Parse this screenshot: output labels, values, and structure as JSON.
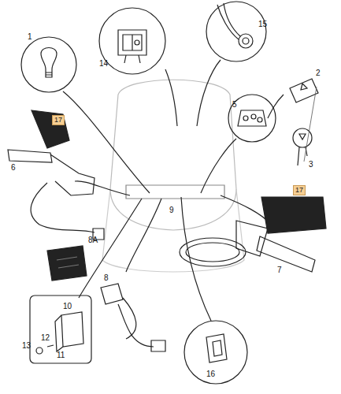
{
  "diagram": {
    "nodes": [
      {
        "text": [
          "17"
        ]
      },
      {
        "text": [
          "17"
        ]
      }
    ],
    "labels": [
      "1",
      "14",
      "15",
      "2",
      "3",
      "6",
      "5",
      "9",
      "7",
      "8A",
      "8",
      "10",
      "13",
      "12",
      "11",
      "16"
    ]
  }
}
